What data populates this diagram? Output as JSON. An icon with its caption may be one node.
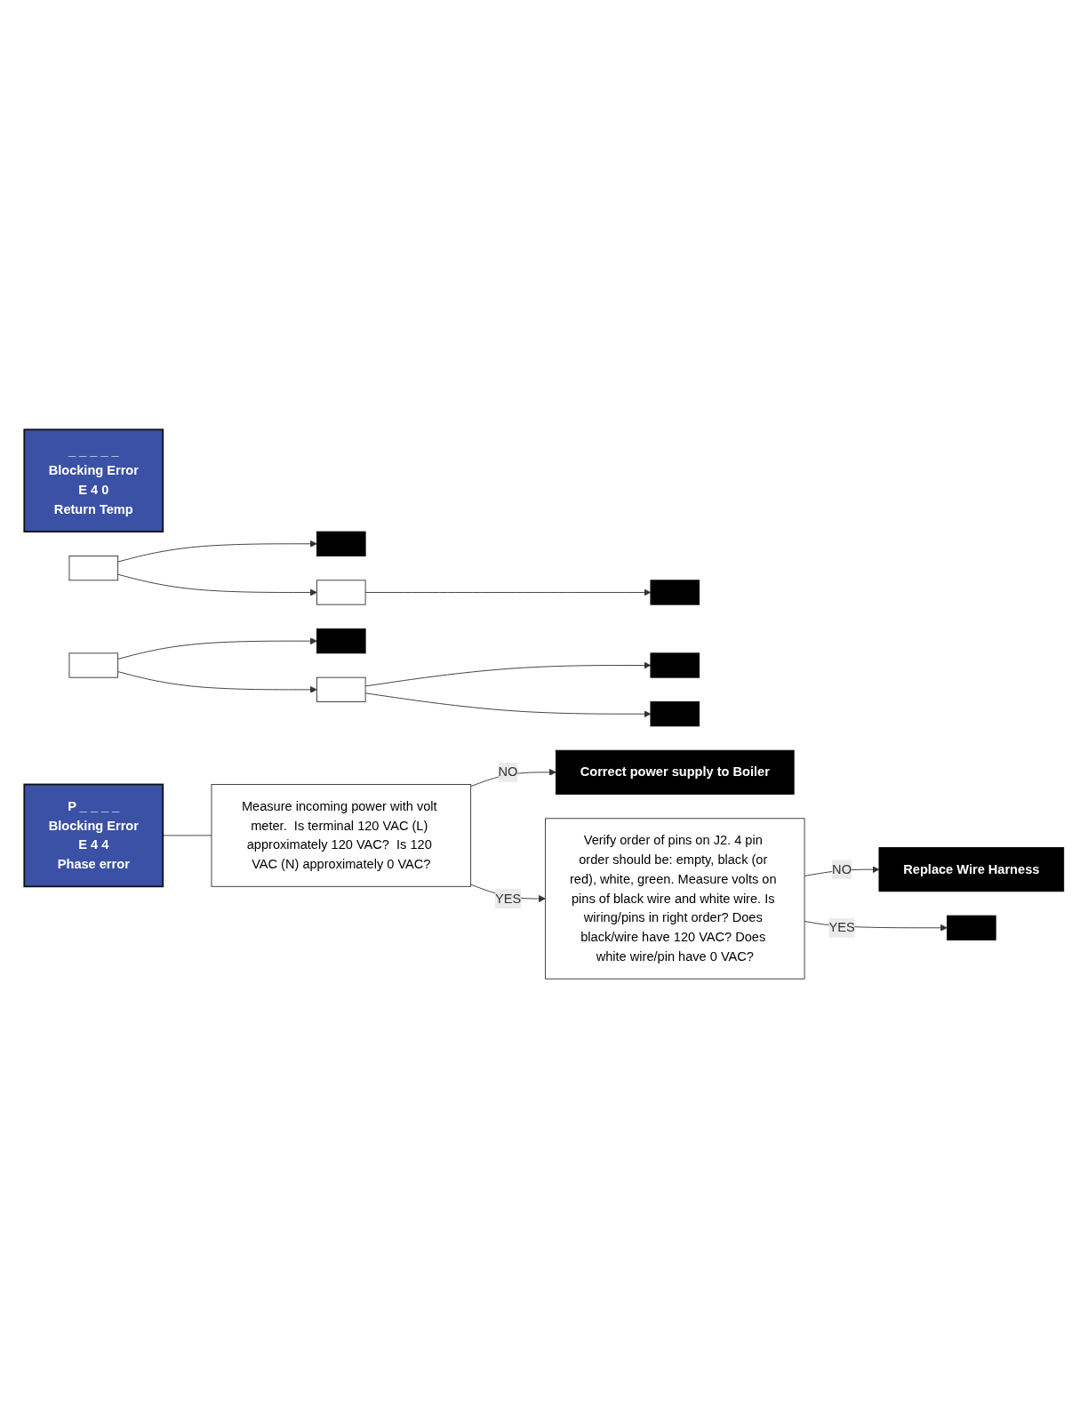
{
  "diagram": {
    "nodes": [
      {
        "text": [
          "_ _ _ _ _",
          "Blocking Error",
          "E 4 0",
          "Return Temp"
        ]
      },
      {
        "text": [],
        "shape": "box"
      },
      {
        "text": [],
        "shape": "box"
      },
      {
        "text": [],
        "shape": "box"
      },
      {
        "text": [],
        "shape": "box"
      },
      {
        "text": [],
        "shape": "box"
      },
      {
        "text": [],
        "shape": "box"
      },
      {
        "text": [],
        "shape": "box"
      },
      {
        "text": [],
        "shape": "box"
      },
      {
        "text": [],
        "shape": "box"
      },
      {
        "text": [
          "P _ _ _ _",
          "Blocking Error",
          "E 4 4",
          "Phase error"
        ]
      },
      {
        "text": [
          "Measure incoming power with volt meter.  Is terminal 120 VAC (L) approximately 120 VAC?  Is 120 VAC (N) approximately 0 VAC?"
        ]
      },
      {
        "text": [
          "Correct power supply to Boiler"
        ]
      },
      {
        "text": [
          "Verify order of pins on J2. 4 pin order should be: empty, black (or red), white, green. Measure volts on pins of black wire and white wire. Is wiring/pins in right order? Does black/wire have 120 VAC? Does white wire/pin have 0 VAC?"
        ]
      },
      {
        "text": [
          "Replace Wire Harness"
        ]
      },
      {
        "text": [],
        "shape": "box"
      }
    ],
    "edges": [
      {
        "from": 1,
        "to": 2,
        "arrow": "to"
      },
      {
        "from": 1,
        "to": 3,
        "arrow": "to"
      },
      {
        "from": 3,
        "to": 4,
        "arrow": "to"
      },
      {
        "from": 5,
        "to": 6,
        "arrow": "to"
      },
      {
        "from": 5,
        "to": 7,
        "arrow": "to"
      },
      {
        "from": 7,
        "to": 8,
        "arrow": "to"
      },
      {
        "from": 7,
        "to": 9,
        "arrow": "to"
      },
      {
        "from": 10,
        "to": 11,
        "arrow": "none"
      },
      {
        "from": 11,
        "to": 12,
        "label": "NO",
        "arrow": "to"
      },
      {
        "from": 11,
        "to": 13,
        "label": "YES",
        "arrow": "to"
      },
      {
        "from": 13,
        "to": 14,
        "label": "NO",
        "arrow": "to"
      },
      {
        "from": 13,
        "to": 15,
        "label": "YES",
        "arrow": "to"
      }
    ]
  }
}
